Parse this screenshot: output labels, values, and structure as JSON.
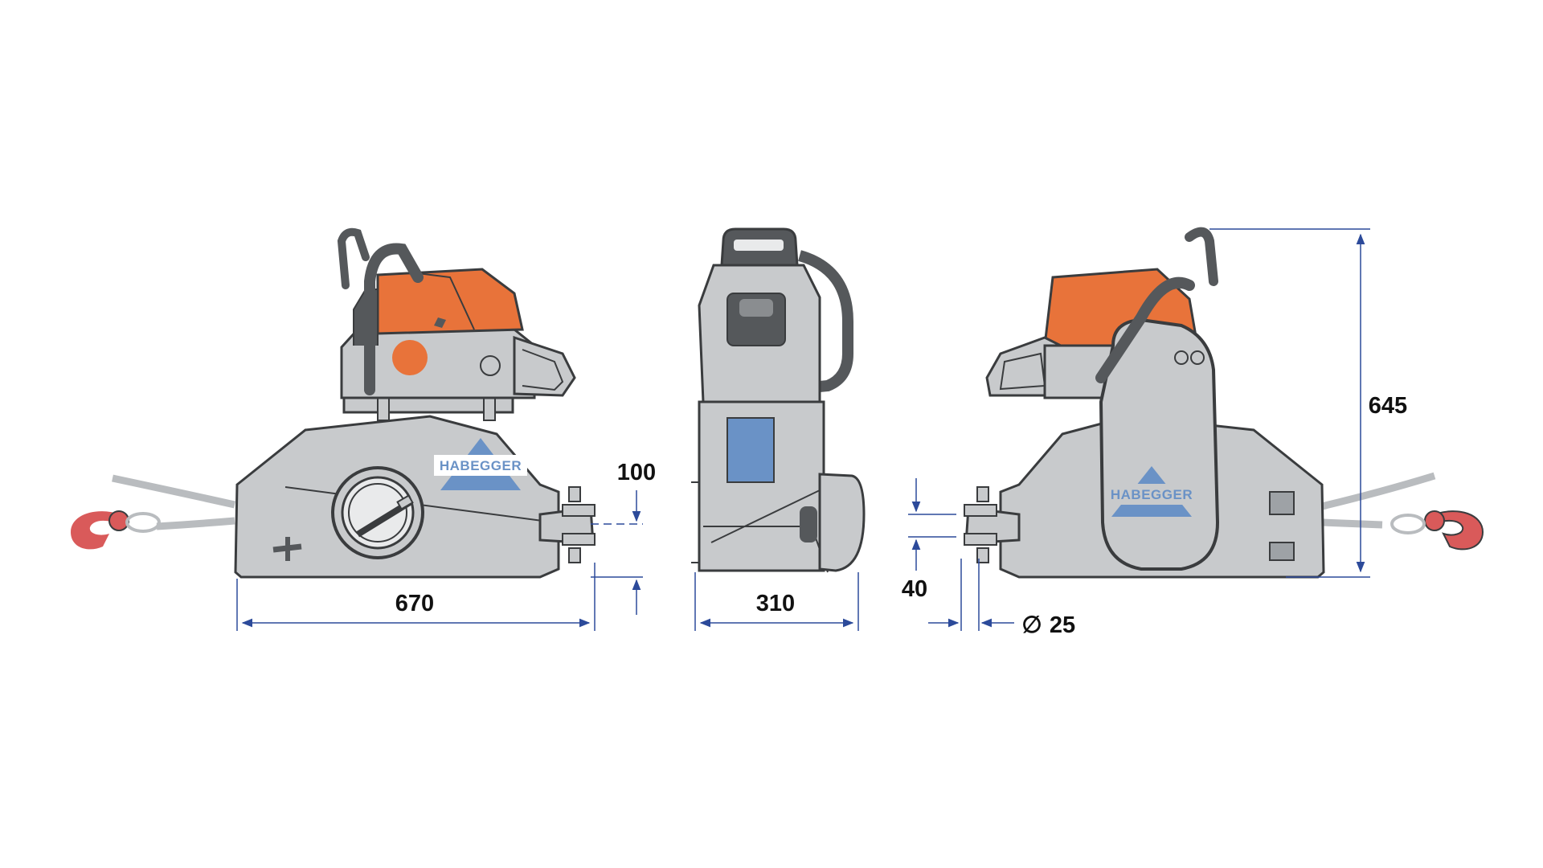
{
  "colors": {
    "accent": "#e8733a",
    "accent_dark": "#b34f1c",
    "body": "#c8cacc",
    "body_dark": "#9ea2a6",
    "outline": "#3a3c3e",
    "dimension": "#2c4a9a",
    "brand": "#6a92c6",
    "hook": "#d95a5a",
    "cable": "#b9bcbf",
    "handle": "#55585b"
  },
  "brand_logo": {
    "side_view_left": "HABEGGER",
    "side_view_right": "HABEGGER"
  },
  "dimensions": {
    "length": "670",
    "width": "310",
    "height": "645",
    "anchor_offset": "100",
    "pin_spacing": "40",
    "pin_diameter": "25",
    "diameter_symbol": "∅"
  }
}
